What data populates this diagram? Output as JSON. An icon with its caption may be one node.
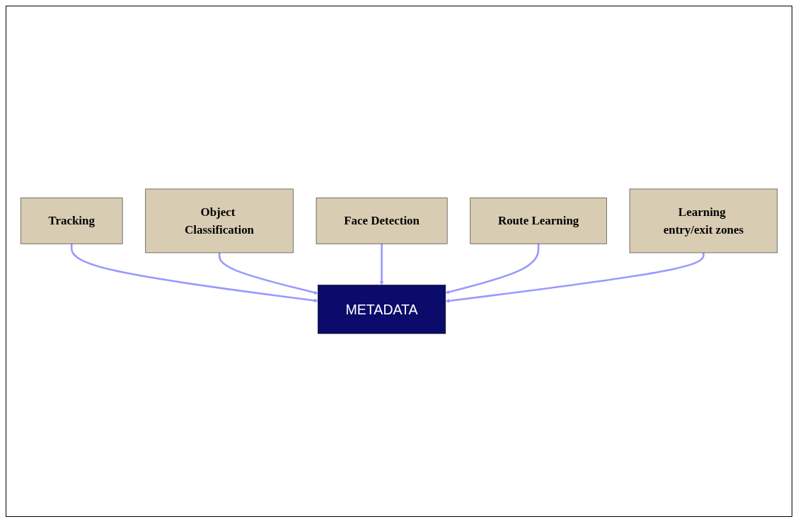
{
  "diagram": {
    "nodes": [
      {
        "text": [
          "Tracking"
        ]
      },
      {
        "text": [
          "Object Classification"
        ]
      },
      {
        "text": [
          "METADATA"
        ]
      },
      {
        "text": [
          "Face Detection"
        ]
      },
      {
        "text": [
          "Route Learning"
        ]
      },
      {
        "text": [
          "Learning entry/exit zones"
        ]
      }
    ],
    "edges": [
      {
        "from": 0,
        "to": 2,
        "arrow": "to"
      },
      {
        "from": 1,
        "to": 2,
        "arrow": "to"
      },
      {
        "from": 3,
        "to": 2,
        "arrow": "to"
      },
      {
        "from": 4,
        "to": 2,
        "arrow": "to"
      },
      {
        "from": 5,
        "to": 2,
        "arrow": "to"
      }
    ]
  }
}
